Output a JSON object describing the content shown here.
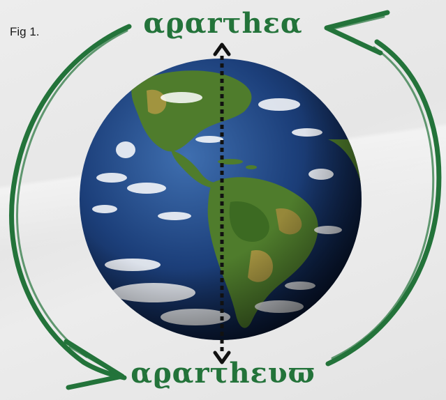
{
  "figure": {
    "label": "Fig 1.",
    "top_title": "αϱαrτhεα",
    "bottom_title": "αϱαrτhευϖ"
  },
  "icons": {
    "globe": "earth-globe-icon",
    "cycle_arrows": "circular-arrow-icon",
    "axis": "double-headed-dotted-arrow-icon"
  },
  "colors": {
    "accent": "#23733a",
    "ocean": "#1c3f7a",
    "land": "#4f7c2c",
    "axis": "#111111"
  }
}
